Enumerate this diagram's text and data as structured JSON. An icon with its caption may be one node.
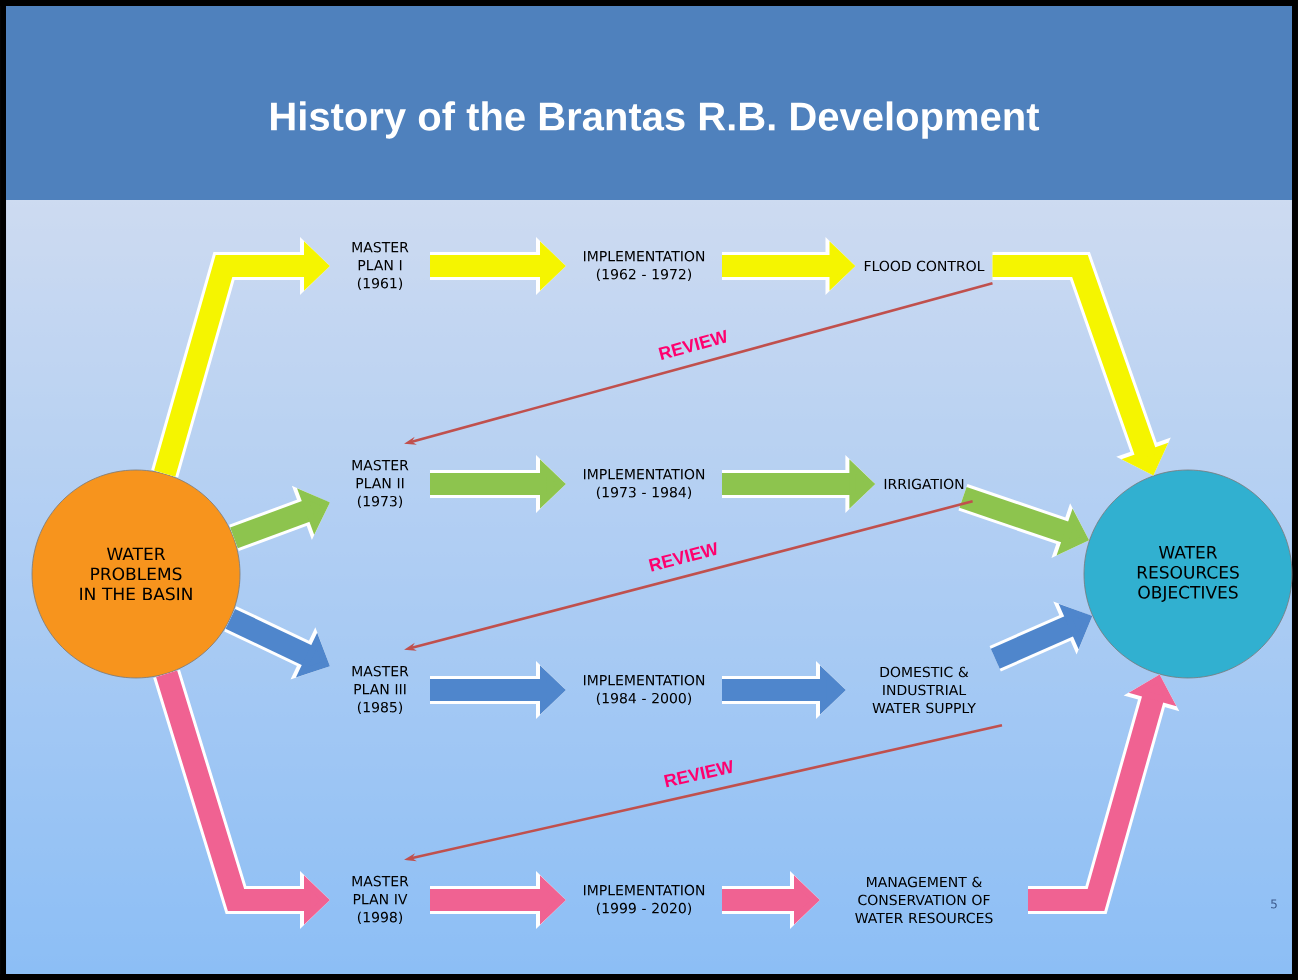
{
  "diagram": {
    "title": "History of the Brantas R.B. Development",
    "nodes": [
      {
        "text": [
          "WATER PROBLEMS IN THE BASIN"
        ]
      },
      {
        "text": [
          "MASTER PLAN I (1961)"
        ]
      },
      {
        "text": [
          "IMPLEMENTATION (1962 - 1972)"
        ]
      },
      {
        "text": [
          "FLOOD CONTROL"
        ]
      },
      {
        "text": [
          "MASTER PLAN II (1973)"
        ]
      },
      {
        "text": [
          "IMPLEMENTATION (1973 - 1984)"
        ]
      },
      {
        "text": [
          "IRRIGATION"
        ]
      },
      {
        "text": [
          "MASTER PLAN III (1985)"
        ]
      },
      {
        "text": [
          "IMPLEMENTATION (1984 - 2000)"
        ]
      },
      {
        "text": [
          "DOMESTIC & INDUSTRIAL WATER SUPPLY"
        ]
      },
      {
        "text": [
          "MASTER PLAN IV (1998)"
        ]
      },
      {
        "text": [
          "IMPLEMENTATION (1999 - 2020)"
        ]
      },
      {
        "text": [
          "MANAGEMENT & CONSERVATION OF WATER RESOURCES"
        ]
      },
      {
        "text": [
          "WATER RESOURCES OBJECTIVES"
        ]
      }
    ],
    "edges": [
      {
        "from": 0,
        "to": 1,
        "arrow": "to",
        "color": "#f5f500"
      },
      {
        "from": 1,
        "to": 2,
        "arrow": "to",
        "color": "#f5f500"
      },
      {
        "from": 2,
        "to": 3,
        "arrow": "to",
        "color": "#f5f500"
      },
      {
        "from": 3,
        "to": 13,
        "arrow": "to",
        "color": "#f5f500"
      },
      {
        "from": 3,
        "to": 4,
        "arrow": "to",
        "label": "REVIEW",
        "color": "#c0504d"
      },
      {
        "from": 0,
        "to": 4,
        "arrow": "to",
        "color": "#8dc44e"
      },
      {
        "from": 4,
        "to": 5,
        "arrow": "to",
        "color": "#8dc44e"
      },
      {
        "from": 5,
        "to": 6,
        "arrow": "to",
        "color": "#8dc44e"
      },
      {
        "from": 6,
        "to": 13,
        "arrow": "to",
        "color": "#8dc44e"
      },
      {
        "from": 6,
        "to": 7,
        "arrow": "to",
        "label": "REVIEW",
        "color": "#c0504d"
      },
      {
        "from": 0,
        "to": 7,
        "arrow": "to",
        "color": "#4f86cc"
      },
      {
        "from": 7,
        "to": 8,
        "arrow": "to",
        "color": "#4f86cc"
      },
      {
        "from": 8,
        "to": 9,
        "arrow": "to",
        "color": "#4f86cc"
      },
      {
        "from": 9,
        "to": 13,
        "arrow": "to",
        "color": "#4f86cc"
      },
      {
        "from": 9,
        "to": 10,
        "arrow": "to",
        "label": "REVIEW",
        "color": "#c0504d"
      },
      {
        "from": 0,
        "to": 10,
        "arrow": "to",
        "color": "#f06292"
      },
      {
        "from": 10,
        "to": 11,
        "arrow": "to",
        "color": "#f06292"
      },
      {
        "from": 11,
        "to": 12,
        "arrow": "to",
        "color": "#f06292"
      },
      {
        "from": 12,
        "to": 13,
        "arrow": "to",
        "color": "#f06292"
      }
    ],
    "labels": [
      "5"
    ]
  }
}
